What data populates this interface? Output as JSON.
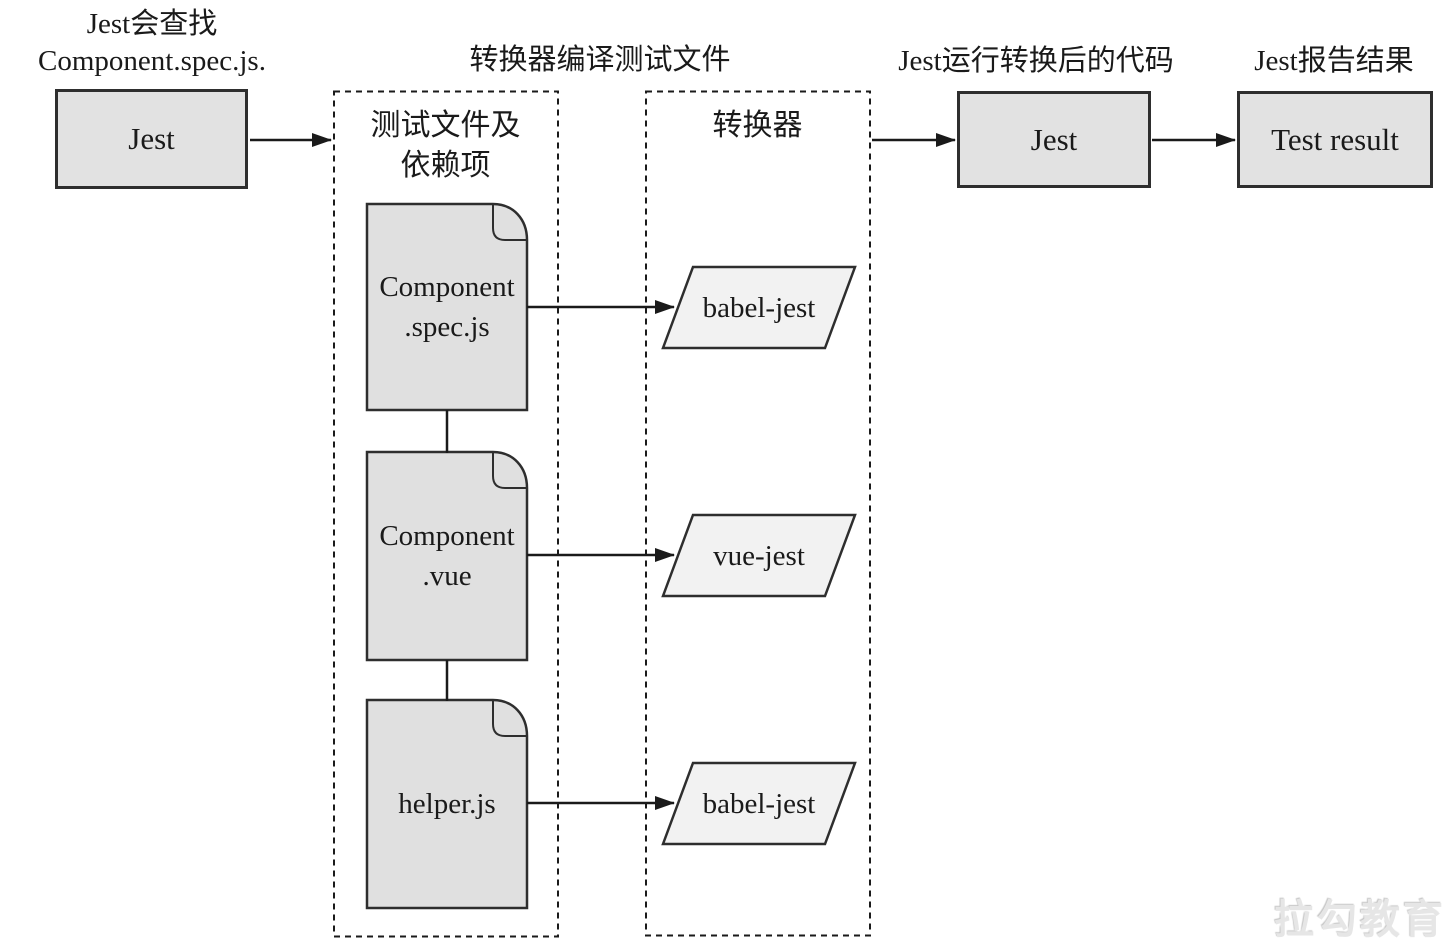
{
  "diagram": {
    "annotations": {
      "find_line1": "Jest会查找",
      "find_line2": "Component.spec.js.",
      "compile": "转换器编译测试文件",
      "run": "Jest运行转换后的代码",
      "report": "Jest报告结果"
    },
    "nodes": {
      "jest_start": "Jest",
      "jest_run": "Jest",
      "test_result": "Test result"
    },
    "groups": {
      "files": {
        "title_line1": "测试文件及",
        "title_line2": "依赖项"
      },
      "transformers": {
        "title": "转换器"
      }
    },
    "files": [
      {
        "line1": "Component",
        "line2": ".spec.js"
      },
      {
        "line1": "Component",
        "line2": ".vue"
      },
      {
        "line1": "helper.js",
        "line2": ""
      }
    ],
    "transformers": [
      {
        "label": "babel-jest"
      },
      {
        "label": "vue-jest"
      },
      {
        "label": "babel-jest"
      }
    ],
    "colors": {
      "node_fill": "#e2e2e2",
      "doc_fill": "#e0e0e0",
      "transformer_fill": "#f2f2f2",
      "stroke": "#2e2e2e",
      "arrow": "#1a1a1a"
    },
    "watermark": "拉勾教育"
  }
}
